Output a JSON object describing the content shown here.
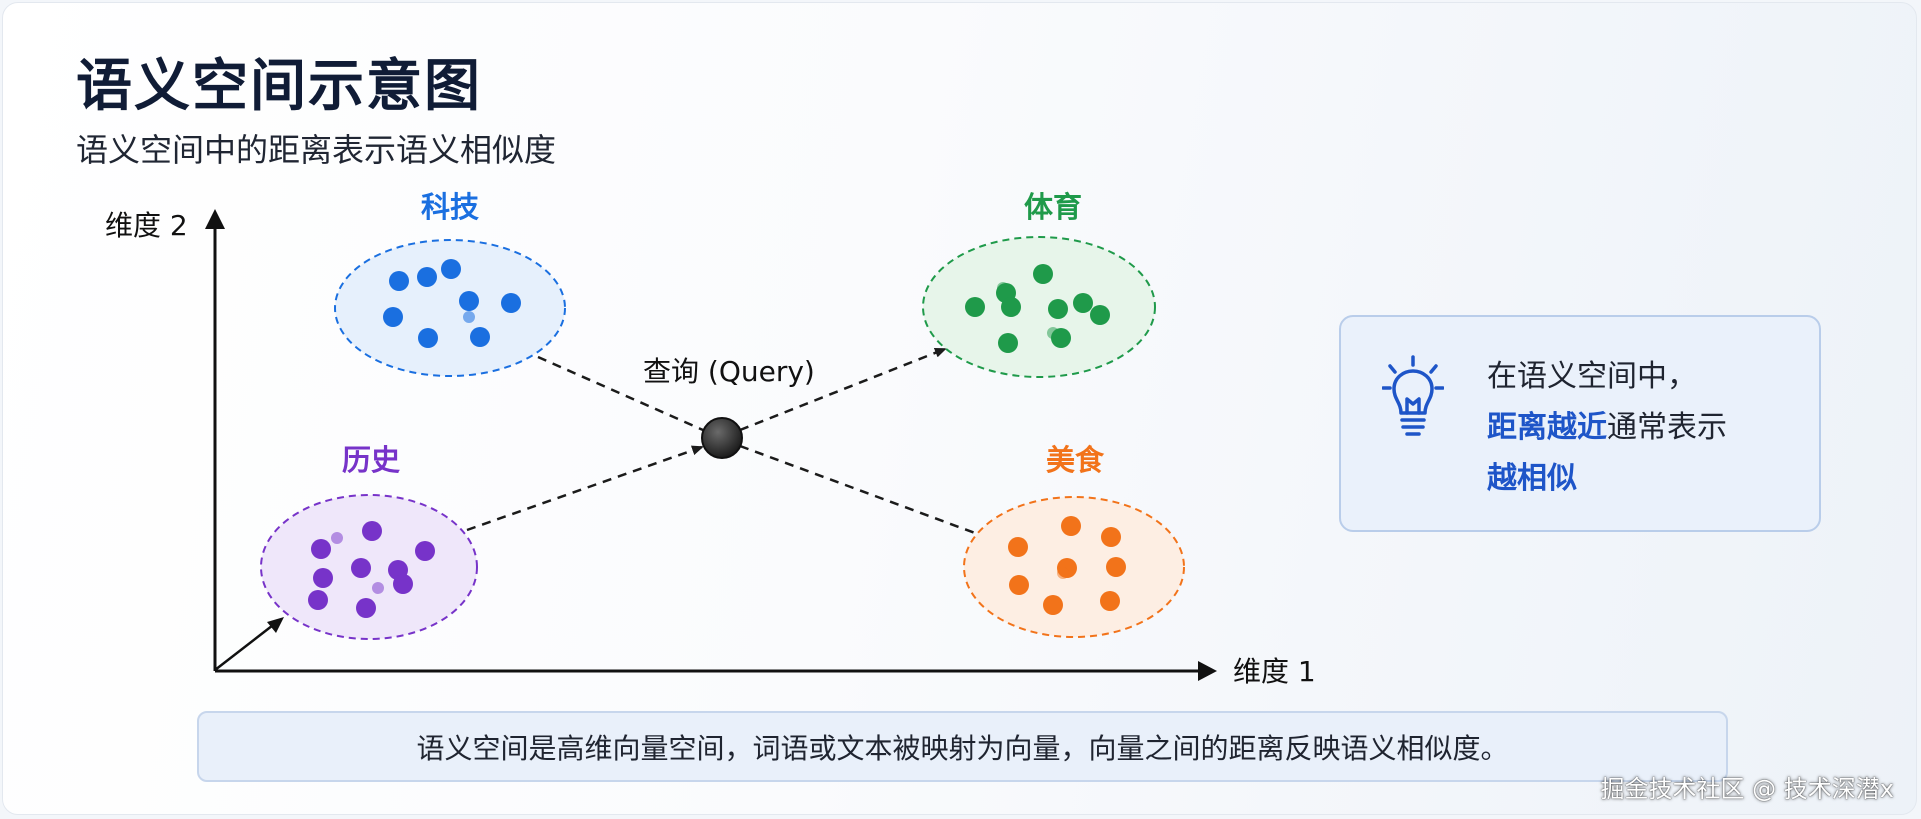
{
  "title": "语义空间示意图",
  "subtitle": "语义空间中的距离表示语义相似度",
  "axes": {
    "x_label": "维度 1",
    "y_label": "维度 2"
  },
  "query_label": "查询 (Query)",
  "clusters": [
    {
      "id": "tech",
      "label": "科技",
      "color": "#1a6fe0",
      "fill": "#e6f0fc"
    },
    {
      "id": "sports",
      "label": "体育",
      "color": "#1f9a4a",
      "fill": "#e7f5ea"
    },
    {
      "id": "history",
      "label": "历史",
      "color": "#7733c9",
      "fill": "#efe7fa"
    },
    {
      "id": "food",
      "label": "美食",
      "color": "#f2731a",
      "fill": "#fdeee3"
    }
  ],
  "insight": {
    "line1": "在语义空间中，",
    "highlight1": "距离越近",
    "line2_rest": "通常表示",
    "highlight2": "越相似",
    "icon": "lightbulb-icon"
  },
  "caption": "语义空间是高维向量空间，词语或文本被映射为向量，向量之间的距离反映语义相似度。",
  "watermark": "掘金技术社区 @ 技术深潜x",
  "colors": {
    "title": "#101c36",
    "highlight": "#1e55c8",
    "query_node": "#2b2b2b"
  }
}
